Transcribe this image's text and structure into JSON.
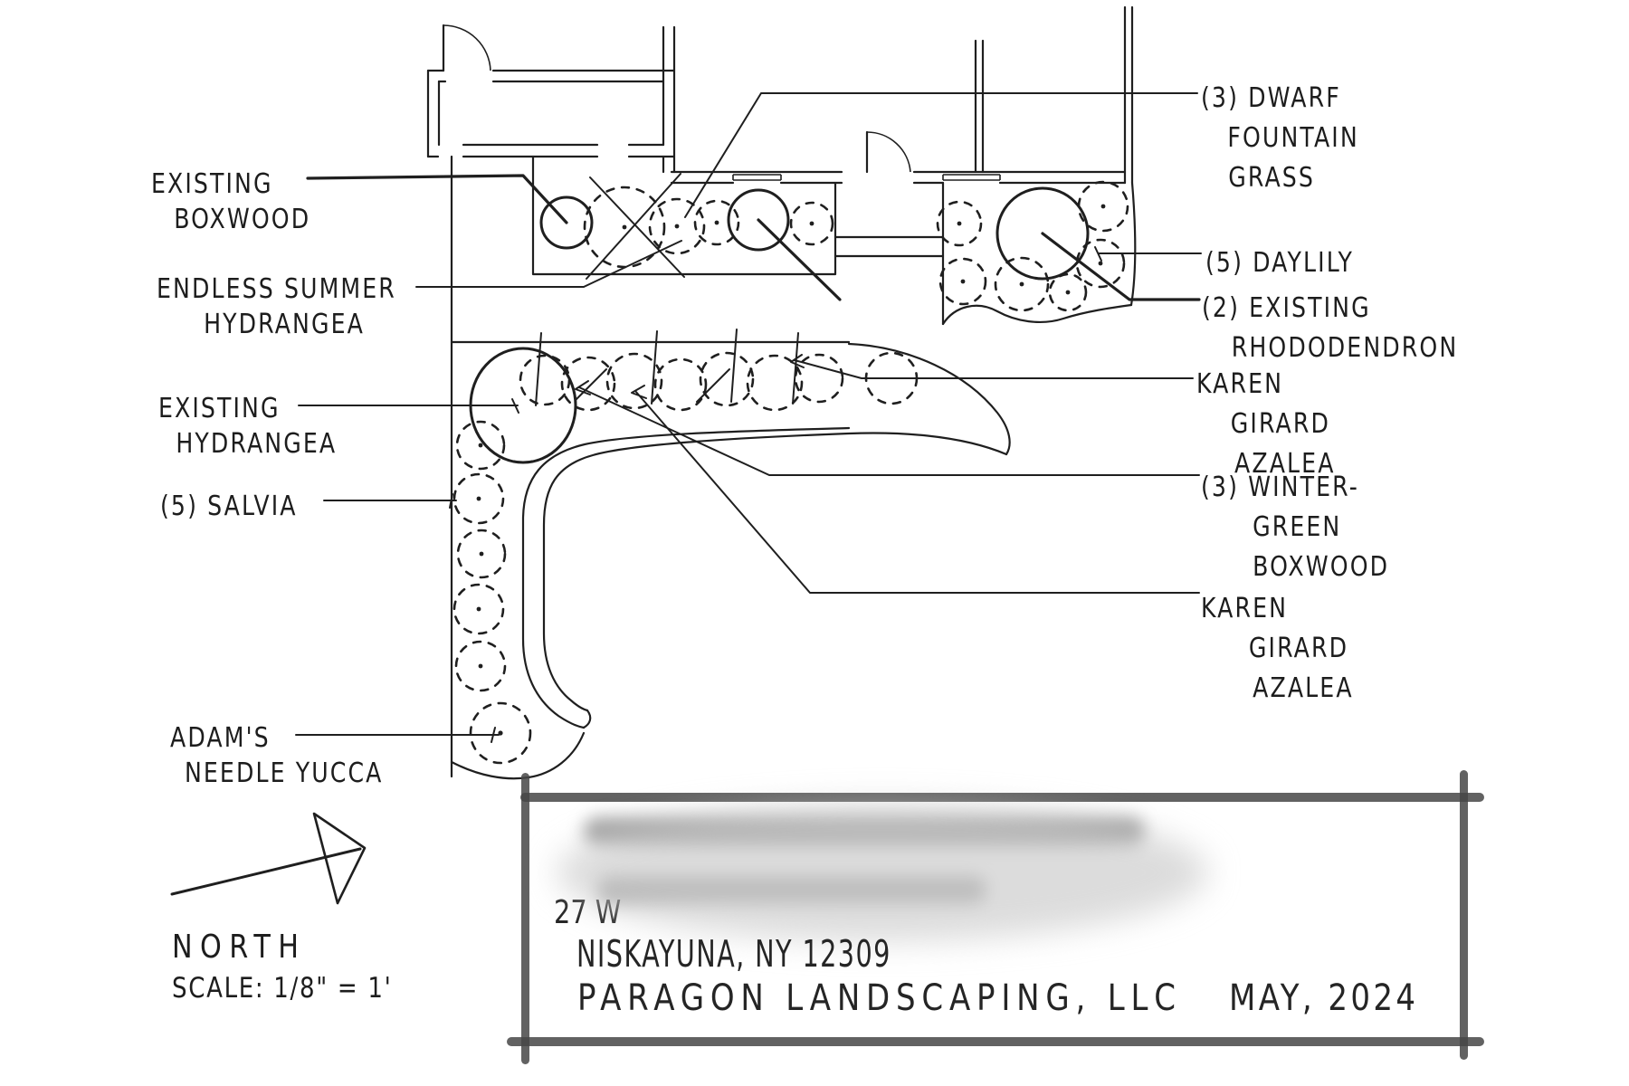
{
  "drawing_type": "hand-drawn landscape planting plan",
  "labels": {
    "left": [
      {
        "id": "existing-boxwood",
        "lines": [
          "EXISTING",
          "BOXWOOD"
        ]
      },
      {
        "id": "endless-summer-hydrangea",
        "lines": [
          "ENDLESS SUMMER",
          "HYDRANGEA"
        ]
      },
      {
        "id": "existing-hydrangea",
        "lines": [
          "EXISTING",
          "HYDRANGEA"
        ]
      },
      {
        "id": "salvia",
        "lines": [
          "(5) SALVIA"
        ]
      },
      {
        "id": "adams-needle-yucca",
        "lines": [
          "ADAM'S",
          "NEEDLE YUCCA"
        ]
      }
    ],
    "right": [
      {
        "id": "dwarf-fountain-grass",
        "lines": [
          "(3) DWARF",
          "FOUNTAIN",
          "GRASS"
        ]
      },
      {
        "id": "daylily",
        "lines": [
          "(5)  DAYLILY"
        ]
      },
      {
        "id": "existing-rhododendron",
        "lines": [
          "(2) EXISTING",
          "RHODODENDRON"
        ]
      },
      {
        "id": "karen-girard-azalea-1",
        "lines": [
          "KAREN",
          "GIRARD",
          "AZALEA"
        ]
      },
      {
        "id": "wintergreen-boxwood",
        "lines": [
          "(3) WINTER-",
          "GREEN",
          "BOXWOOD"
        ]
      },
      {
        "id": "karen-girard-azalea-2",
        "lines": [
          "KAREN",
          "GIRARD",
          "AZALEA"
        ]
      }
    ]
  },
  "compass": {
    "label": "NORTH"
  },
  "scale_note": {
    "text": "SCALE: 1/8\" = 1'"
  },
  "title_block": {
    "redacted_line_count": 2,
    "visible_address_fragment": "27 W",
    "city_line": "NISKAYUNA, NY 12309",
    "firm_name": "PARAGON LANDSCAPING, LLC",
    "date": "MAY, 2024"
  },
  "colors": {
    "ink": "#1f1f1f",
    "paper": "#ffffff",
    "marker_bar": "#474747"
  }
}
